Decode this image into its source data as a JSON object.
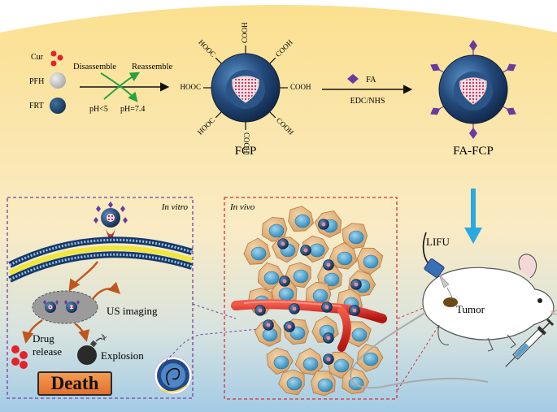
{
  "colors": {
    "bg_top": "#fbe39a",
    "bg_mid": "#f9e7b8",
    "bg_bottom": "#a9cde5",
    "shell": "#1c3c66",
    "shell_light": "#4f87c0",
    "core": "#f2dee2",
    "dots": "#d61f45",
    "fa_diamond": "#6b3aa0",
    "arrow_blue": "#2aa9e0",
    "arrow_brown": "#c0561b",
    "arrow_green": "#27a341",
    "box_purple": "#6e43a5",
    "box_red": "#d2323a",
    "vessel": "#d8201f",
    "cell": "#e3b57e",
    "nucleus": "#4aa6cf",
    "death_fill": "#ee8540"
  },
  "top": {
    "legend": [
      {
        "label": "Cur",
        "icon": "red-dots-icon"
      },
      {
        "label": "PFH",
        "icon": "gray-sphere-icon"
      },
      {
        "label": "FRT",
        "icon": "navy-sphere-icon"
      }
    ],
    "disassemble": "Disassemble",
    "reassemble": "Reassemble",
    "ph_low": "pH<5",
    "ph_neutral": "pH=7.4",
    "fcp_groups": {
      "top_left": "HOOC",
      "top": "COOH",
      "top_right": "COOH",
      "left": "HOOC",
      "right": "COOH",
      "bottom_left": "HOOC",
      "bottom": "COOH",
      "bottom_right": "COOH"
    },
    "fcp_label": "FCP",
    "fa_label": "FA",
    "edc_label": "EDC/NHS",
    "fafcp_label": "FA-FCP"
  },
  "in_vitro": {
    "title": "In vitro",
    "us_imaging": "US imaging",
    "drug_release": "Drug\nrelease",
    "explosion": "Explosion",
    "death": "Death"
  },
  "in_vivo": {
    "title": "In vivo"
  },
  "mouse": {
    "lifu": "LIFU",
    "tumor": "Tumor"
  }
}
